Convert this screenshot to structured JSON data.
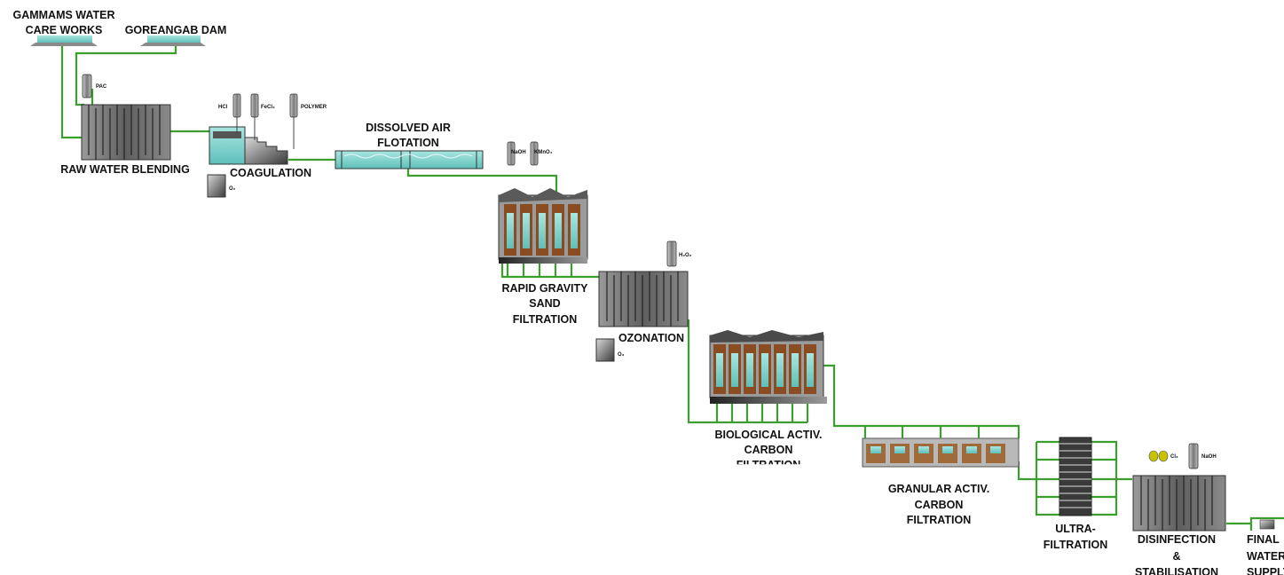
{
  "sources": {
    "gammams": [
      "GAMMAMS WATER",
      "CARE WORKS"
    ],
    "goreangab": "GOREANGAB DAM"
  },
  "stages": {
    "raw_water_blending": "RAW WATER BLENDING",
    "coagulation": "COAGULATION",
    "daf": [
      "DISSOLVED AIR",
      "FLOTATION"
    ],
    "rgsf": [
      "RAPID GRAVITY",
      "SAND",
      "FILTRATION"
    ],
    "ozonation": "OZONATION",
    "bac": [
      "BIOLOGICAL ACTIV.",
      "CARBON",
      "FILTRATION"
    ],
    "gac": [
      "GRANULAR ACTIV.",
      "CARBON",
      "FILTRATION"
    ],
    "uf": [
      "ULTRA-",
      "FILTRATION"
    ],
    "disinfection": [
      "DISINFECTION",
      "&",
      "STABILISATION"
    ],
    "final": [
      "FINAL",
      "WATER",
      "SUPPLY"
    ]
  },
  "chemicals": {
    "pac": "PAC",
    "hcl": "HCl",
    "fecl3": "FeCl₃",
    "polymer": "POLYMER",
    "o2_coag": "O₂",
    "naoh_1": "NaOH",
    "kmno4": "KMnO₄",
    "h2o2": "H₂O₂",
    "o3": "O₃",
    "cl2": "Cl₂",
    "naoh_2": "NaOH"
  },
  "colors": {
    "pipe": "#3b9e2f",
    "water": "#7fd3cf",
    "media": "#8a4d22",
    "tank": "#6d6d6d"
  }
}
